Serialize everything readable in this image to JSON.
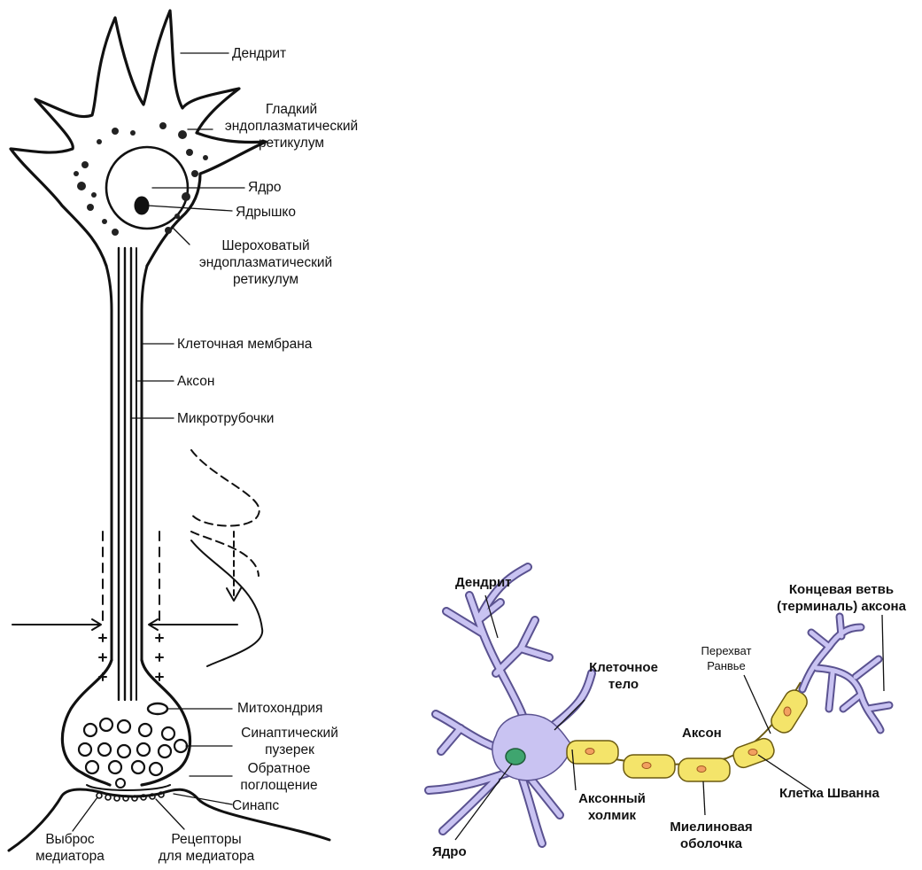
{
  "left_diagram": {
    "labels": {
      "dendrite": "Дендрит",
      "smooth_er_line1": "Гладкий",
      "smooth_er_line2": "эндоплазматический",
      "smooth_er_line3": "ретикулум",
      "nucleus": "Ядро",
      "nucleolus": "Ядрышко",
      "rough_er_line1": "Шероховатый",
      "rough_er_line2": "эндоплазматический",
      "rough_er_line3": "ретикулум",
      "cell_membrane": "Клеточная мембрана",
      "axon": "Аксон",
      "microtubules": "Микротрубочки",
      "mitochondrion": "Митохондрия",
      "synaptic_vesicle_line1": "Синаптический",
      "synaptic_vesicle_line2": "пузерек",
      "reuptake_line1": "Обратное",
      "reuptake_line2": "поглощение",
      "synapse": "Синапс",
      "mediator_release_line1": "Выброс",
      "mediator_release_line2": "медиатора",
      "receptors_line1": "Рецепторы",
      "receptors_line2": "для медиатора"
    }
  },
  "right_diagram": {
    "labels": {
      "dendrite": "Дендрит",
      "cell_body_line1": "Клеточное",
      "cell_body_line2": "тело",
      "axon_terminal_line1": "Концевая ветвь",
      "axon_terminal_line2": "(терминаль) аксона",
      "node_ranvier_line1": "Перехват",
      "node_ranvier_line2": "Ранвье",
      "axon": "Аксон",
      "axon_hillock_line1": "Аксонный",
      "axon_hillock_line2": "холмик",
      "schwann_cell": "Клетка Шванна",
      "myelin_line1": "Миелиновая",
      "myelin_line2": "оболочка",
      "nucleus": "Ядро"
    }
  },
  "colors": {
    "cell_fill": "#c9c3f2",
    "cell_stroke": "#5a5290",
    "myelin_fill": "#f4e46a",
    "myelin_stroke": "#6b5a10",
    "schwann_nucleus": "#f2a060",
    "nucleus_fill": "#3fa56f",
    "ink": "#111111"
  }
}
